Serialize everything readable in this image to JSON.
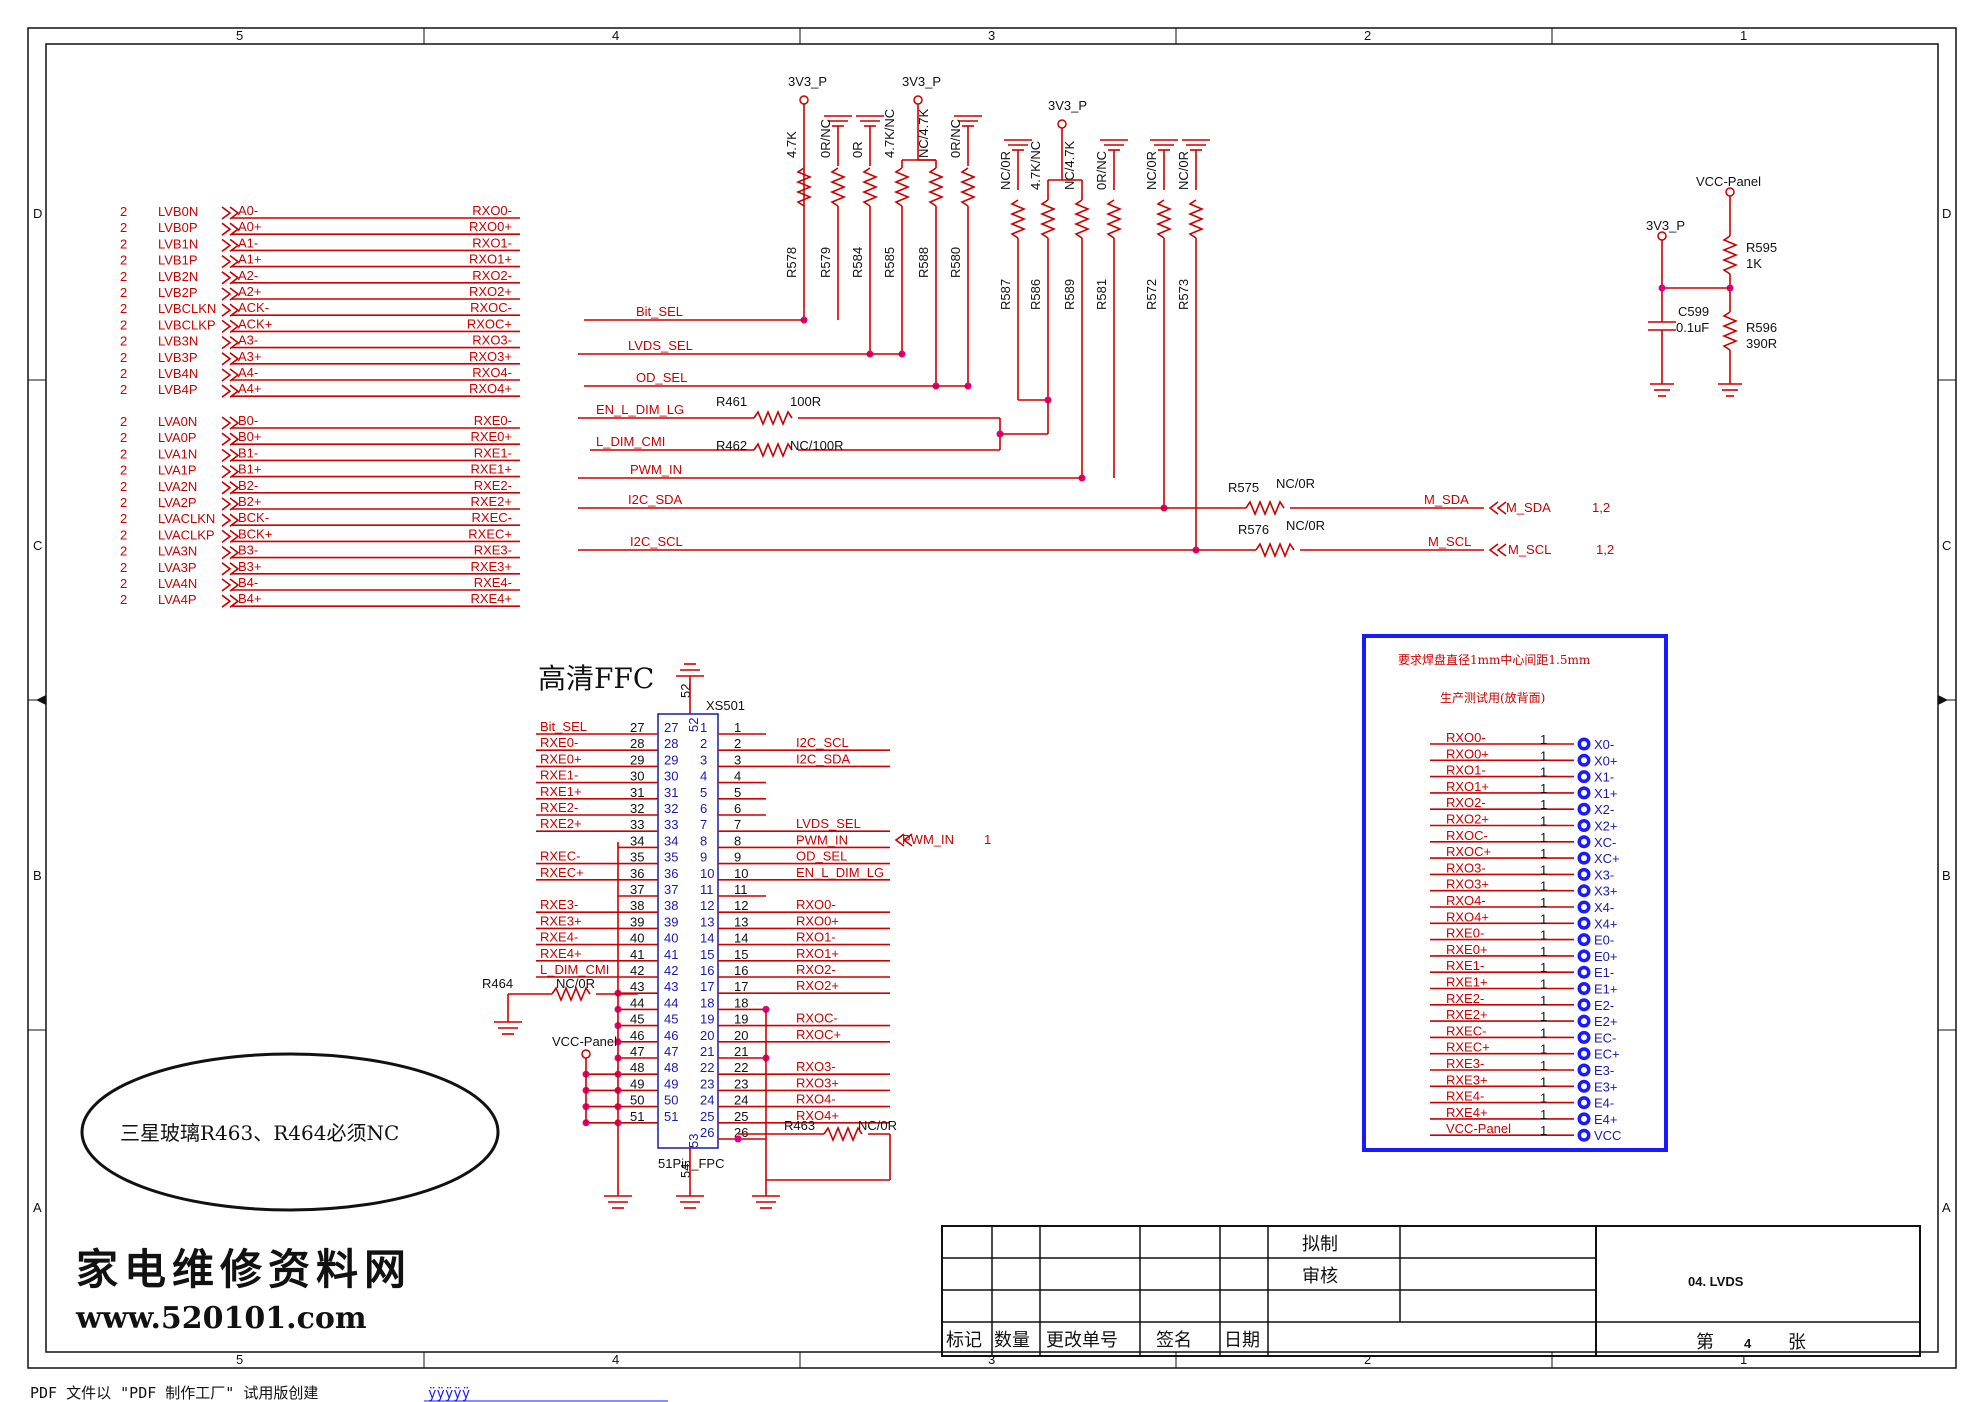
{
  "frame": {
    "columns_top": [
      "5",
      "4",
      "3",
      "2",
      "1"
    ],
    "columns_bottom": [
      "5",
      "4",
      "3",
      "2",
      "1"
    ],
    "rows_left": [
      "D",
      "C",
      "B",
      "A"
    ],
    "rows_right": [
      "D",
      "C",
      "B",
      "A"
    ]
  },
  "lvds_map": {
    "group_b": [
      {
        "num": "2",
        "net": "LVB0N",
        "pin": "A0-",
        "rx": "RXO0-"
      },
      {
        "num": "2",
        "net": "LVB0P",
        "pin": "A0+",
        "rx": "RXO0+"
      },
      {
        "num": "2",
        "net": "LVB1N",
        "pin": "A1-",
        "rx": "RXO1-"
      },
      {
        "num": "2",
        "net": "LVB1P",
        "pin": "A1+",
        "rx": "RXO1+"
      },
      {
        "num": "2",
        "net": "LVB2N",
        "pin": "A2-",
        "rx": "RXO2-"
      },
      {
        "num": "2",
        "net": "LVB2P",
        "pin": "A2+",
        "rx": "RXO2+"
      },
      {
        "num": "2",
        "net": "LVBCLKN",
        "pin": "ACK-",
        "rx": "RXOC-"
      },
      {
        "num": "2",
        "net": "LVBCLKP",
        "pin": "ACK+",
        "rx": "RXOC+"
      },
      {
        "num": "2",
        "net": "LVB3N",
        "pin": "A3-",
        "rx": "RXO3-"
      },
      {
        "num": "2",
        "net": "LVB3P",
        "pin": "A3+",
        "rx": "RXO3+"
      },
      {
        "num": "2",
        "net": "LVB4N",
        "pin": "A4-",
        "rx": "RXO4-"
      },
      {
        "num": "2",
        "net": "LVB4P",
        "pin": "A4+",
        "rx": "RXO4+"
      }
    ],
    "group_a": [
      {
        "num": "2",
        "net": "LVA0N",
        "pin": "B0-",
        "rx": "RXE0-"
      },
      {
        "num": "2",
        "net": "LVA0P",
        "pin": "B0+",
        "rx": "RXE0+"
      },
      {
        "num": "2",
        "net": "LVA1N",
        "pin": "B1-",
        "rx": "RXE1-"
      },
      {
        "num": "2",
        "net": "LVA1P",
        "pin": "B1+",
        "rx": "RXE1+"
      },
      {
        "num": "2",
        "net": "LVA2N",
        "pin": "B2-",
        "rx": "RXE2-"
      },
      {
        "num": "2",
        "net": "LVA2P",
        "pin": "B2+",
        "rx": "RXE2+"
      },
      {
        "num": "2",
        "net": "LVACLKN",
        "pin": "BCK-",
        "rx": "RXEC-"
      },
      {
        "num": "2",
        "net": "LVACLKP",
        "pin": "BCK+",
        "rx": "RXEC+"
      },
      {
        "num": "2",
        "net": "LVA3N",
        "pin": "B3-",
        "rx": "RXE3-"
      },
      {
        "num": "2",
        "net": "LVA3P",
        "pin": "B3+",
        "rx": "RXE3+"
      },
      {
        "num": "2",
        "net": "LVA4N",
        "pin": "B4-",
        "rx": "RXE4-"
      },
      {
        "num": "2",
        "net": "LVA4P",
        "pin": "B4+",
        "rx": "RXE4+"
      }
    ]
  },
  "power": {
    "v33_a": "3V3_P",
    "v33_b": "3V3_P",
    "v33_c": "3V3_P",
    "v33_d": "3V3_P",
    "vcc_panel": "VCC-Panel",
    "vcc_panel_ffc": "VCC-Panel"
  },
  "resistors": [
    {
      "ref": "R578",
      "val": "4.7K"
    },
    {
      "ref": "R579",
      "val": "0R/NC"
    },
    {
      "ref": "R584",
      "val": "0R"
    },
    {
      "ref": "R585",
      "val": "4.7K/NC"
    },
    {
      "ref": "R588",
      "val": "NC/4.7K"
    },
    {
      "ref": "R580",
      "val": "0R/NC"
    },
    {
      "ref": "R587",
      "val": "NC/0R"
    },
    {
      "ref": "R586",
      "val": "4.7K/NC"
    },
    {
      "ref": "R589",
      "val": "NC/4.7K"
    },
    {
      "ref": "R581",
      "val": "0R/NC"
    },
    {
      "ref": "R572",
      "val": "NC/0R"
    },
    {
      "ref": "R573",
      "val": "NC/0R"
    }
  ],
  "panel_power": {
    "r595_ref": "R595",
    "r595_val": "1K",
    "r596_ref": "R596",
    "r596_val": "390R",
    "c599_ref": "C599",
    "c599_val": "0.1uF"
  },
  "control": {
    "bit_sel": "Bit_SEL",
    "lvds_sel": "LVDS_SEL",
    "od_sel": "OD_SEL",
    "en_l_dim_lg": "EN_L_DIM_LG",
    "l_dim_cmi": "L_DIM_CMI",
    "pwm_in": "PWM_IN",
    "i2c_sda": "I2C_SDA",
    "i2c_scl": "I2C_SCL",
    "r461_ref": "R461",
    "r461_val": "100R",
    "r462_ref": "R462",
    "r462_val": "NC/100R",
    "r575_ref": "R575",
    "r575_val": "NC/0R",
    "r576_ref": "R576",
    "r576_val": "NC/0R",
    "m_sda": "M_SDA",
    "m_scl": "M_SCL",
    "m_sda_port": "M_SDA",
    "m_scl_port": "M_SCL",
    "m_sda_page": "1,2",
    "m_scl_page": "1,2"
  },
  "ffc": {
    "title": "高清FFC",
    "ref": "XS501",
    "type": "51Pin_FPC",
    "pin52": "52",
    "pin53": "53",
    "pin54": "54",
    "r464_ref": "R464",
    "r464_val": "NC/0R",
    "r463_ref": "R463",
    "r463_val": "NC/0R",
    "pwm_port": "PWM_IN",
    "pwm_page": "1",
    "left_pins": [
      {
        "n": "27",
        "inner": "27",
        "net": "Bit_SEL"
      },
      {
        "n": "28",
        "inner": "28",
        "net": "RXE0-"
      },
      {
        "n": "29",
        "inner": "29",
        "net": "RXE0+"
      },
      {
        "n": "30",
        "inner": "30",
        "net": "RXE1-"
      },
      {
        "n": "31",
        "inner": "31",
        "net": "RXE1+"
      },
      {
        "n": "32",
        "inner": "32",
        "net": "RXE2-"
      },
      {
        "n": "33",
        "inner": "33",
        "net": "RXE2+"
      },
      {
        "n": "34",
        "inner": "34",
        "net": ""
      },
      {
        "n": "35",
        "inner": "35",
        "net": "RXEC-"
      },
      {
        "n": "36",
        "inner": "36",
        "net": "RXEC+"
      },
      {
        "n": "37",
        "inner": "37",
        "net": ""
      },
      {
        "n": "38",
        "inner": "38",
        "net": "RXE3-"
      },
      {
        "n": "39",
        "inner": "39",
        "net": "RXE3+"
      },
      {
        "n": "40",
        "inner": "40",
        "net": "RXE4-"
      },
      {
        "n": "41",
        "inner": "41",
        "net": "RXE4+"
      },
      {
        "n": "42",
        "inner": "42",
        "net": "L_DIM_CMI"
      },
      {
        "n": "43",
        "inner": "43",
        "net": ""
      },
      {
        "n": "44",
        "inner": "44",
        "net": ""
      },
      {
        "n": "45",
        "inner": "45",
        "net": ""
      },
      {
        "n": "46",
        "inner": "46",
        "net": ""
      },
      {
        "n": "47",
        "inner": "47",
        "net": ""
      },
      {
        "n": "48",
        "inner": "48",
        "net": ""
      },
      {
        "n": "49",
        "inner": "49",
        "net": ""
      },
      {
        "n": "50",
        "inner": "50",
        "net": ""
      },
      {
        "n": "51",
        "inner": "51",
        "net": ""
      }
    ],
    "right_pins": [
      {
        "n": "1",
        "inner": "1",
        "net": ""
      },
      {
        "n": "2",
        "inner": "2",
        "net": "I2C_SCL"
      },
      {
        "n": "3",
        "inner": "3",
        "net": "I2C_SDA"
      },
      {
        "n": "4",
        "inner": "4",
        "net": ""
      },
      {
        "n": "5",
        "inner": "5",
        "net": ""
      },
      {
        "n": "6",
        "inner": "6",
        "net": ""
      },
      {
        "n": "7",
        "inner": "7",
        "net": "LVDS_SEL"
      },
      {
        "n": "8",
        "inner": "8",
        "net": "PWM_IN"
      },
      {
        "n": "9",
        "inner": "9",
        "net": "OD_SEL"
      },
      {
        "n": "10",
        "inner": "10",
        "net": "EN_L_DIM_LG"
      },
      {
        "n": "11",
        "inner": "11",
        "net": ""
      },
      {
        "n": "12",
        "inner": "12",
        "net": "RXO0-"
      },
      {
        "n": "13",
        "inner": "13",
        "net": "RXO0+"
      },
      {
        "n": "14",
        "inner": "14",
        "net": "RXO1-"
      },
      {
        "n": "15",
        "inner": "15",
        "net": "RXO1+"
      },
      {
        "n": "16",
        "inner": "16",
        "net": "RXO2-"
      },
      {
        "n": "17",
        "inner": "17",
        "net": "RXO2+"
      },
      {
        "n": "18",
        "inner": "18",
        "net": ""
      },
      {
        "n": "19",
        "inner": "19",
        "net": "RXOC-"
      },
      {
        "n": "20",
        "inner": "20",
        "net": "RXOC+"
      },
      {
        "n": "21",
        "inner": "21",
        "net": ""
      },
      {
        "n": "22",
        "inner": "22",
        "net": "RXO3-"
      },
      {
        "n": "23",
        "inner": "23",
        "net": "RXO3+"
      },
      {
        "n": "24",
        "inner": "24",
        "net": "RXO4-"
      },
      {
        "n": "25",
        "inner": "25",
        "net": "RXO4+"
      },
      {
        "n": "26",
        "inner": "26",
        "net": ""
      }
    ]
  },
  "test_box": {
    "title": "要求焊盘直径1mm中心间距1.5mm",
    "subtitle": "生产测试用(放背面)",
    "rows": [
      {
        "net": "RXO0-",
        "pin": "1",
        "pad": "X0-"
      },
      {
        "net": "RXO0+",
        "pin": "1",
        "pad": "X0+"
      },
      {
        "net": "RXO1-",
        "pin": "1",
        "pad": "X1-"
      },
      {
        "net": "RXO1+",
        "pin": "1",
        "pad": "X1+"
      },
      {
        "net": "RXO2-",
        "pin": "1",
        "pad": "X2-"
      },
      {
        "net": "RXO2+",
        "pin": "1",
        "pad": "X2+"
      },
      {
        "net": "RXOC-",
        "pin": "1",
        "pad": "XC-"
      },
      {
        "net": "RXOC+",
        "pin": "1",
        "pad": "XC+"
      },
      {
        "net": "RXO3-",
        "pin": "1",
        "pad": "X3-"
      },
      {
        "net": "RXO3+",
        "pin": "1",
        "pad": "X3+"
      },
      {
        "net": "RXO4-",
        "pin": "1",
        "pad": "X4-"
      },
      {
        "net": "RXO4+",
        "pin": "1",
        "pad": "X4+"
      },
      {
        "net": "RXE0-",
        "pin": "1",
        "pad": "E0-"
      },
      {
        "net": "RXE0+",
        "pin": "1",
        "pad": "E0+"
      },
      {
        "net": "RXE1-",
        "pin": "1",
        "pad": "E1-"
      },
      {
        "net": "RXE1+",
        "pin": "1",
        "pad": "E1+"
      },
      {
        "net": "RXE2-",
        "pin": "1",
        "pad": "E2-"
      },
      {
        "net": "RXE2+",
        "pin": "1",
        "pad": "E2+"
      },
      {
        "net": "RXEC-",
        "pin": "1",
        "pad": "EC-"
      },
      {
        "net": "RXEC+",
        "pin": "1",
        "pad": "EC+"
      },
      {
        "net": "RXE3-",
        "pin": "1",
        "pad": "E3-"
      },
      {
        "net": "RXE3+",
        "pin": "1",
        "pad": "E3+"
      },
      {
        "net": "RXE4-",
        "pin": "1",
        "pad": "E4-"
      },
      {
        "net": "RXE4+",
        "pin": "1",
        "pad": "E4+"
      },
      {
        "net": "VCC-Panel",
        "pin": "1",
        "pad": "VCC"
      }
    ]
  },
  "note": "三星玻璃R463、R464必须NC",
  "title_block": {
    "drawn": "拟制",
    "checked": "审核",
    "title": "04. LVDS",
    "mark": "标记",
    "qty": "数量",
    "change_no": "更改单号",
    "sign": "签名",
    "date": "日期",
    "sheet_prefix": "第",
    "sheet_no": "4",
    "sheet_suffix": "张"
  },
  "watermark": {
    "line1": "家电维修资料网",
    "line2": "www.520101.com"
  },
  "footer": {
    "text": "PDF 文件以 \"PDF 制作工厂\" 试用版创建",
    "link": "ÿÿÿÿÿ"
  },
  "colors": {
    "wire": "#cc0000",
    "junction": "#e0007f",
    "frame": "#111111",
    "box": "#1a1aff"
  }
}
